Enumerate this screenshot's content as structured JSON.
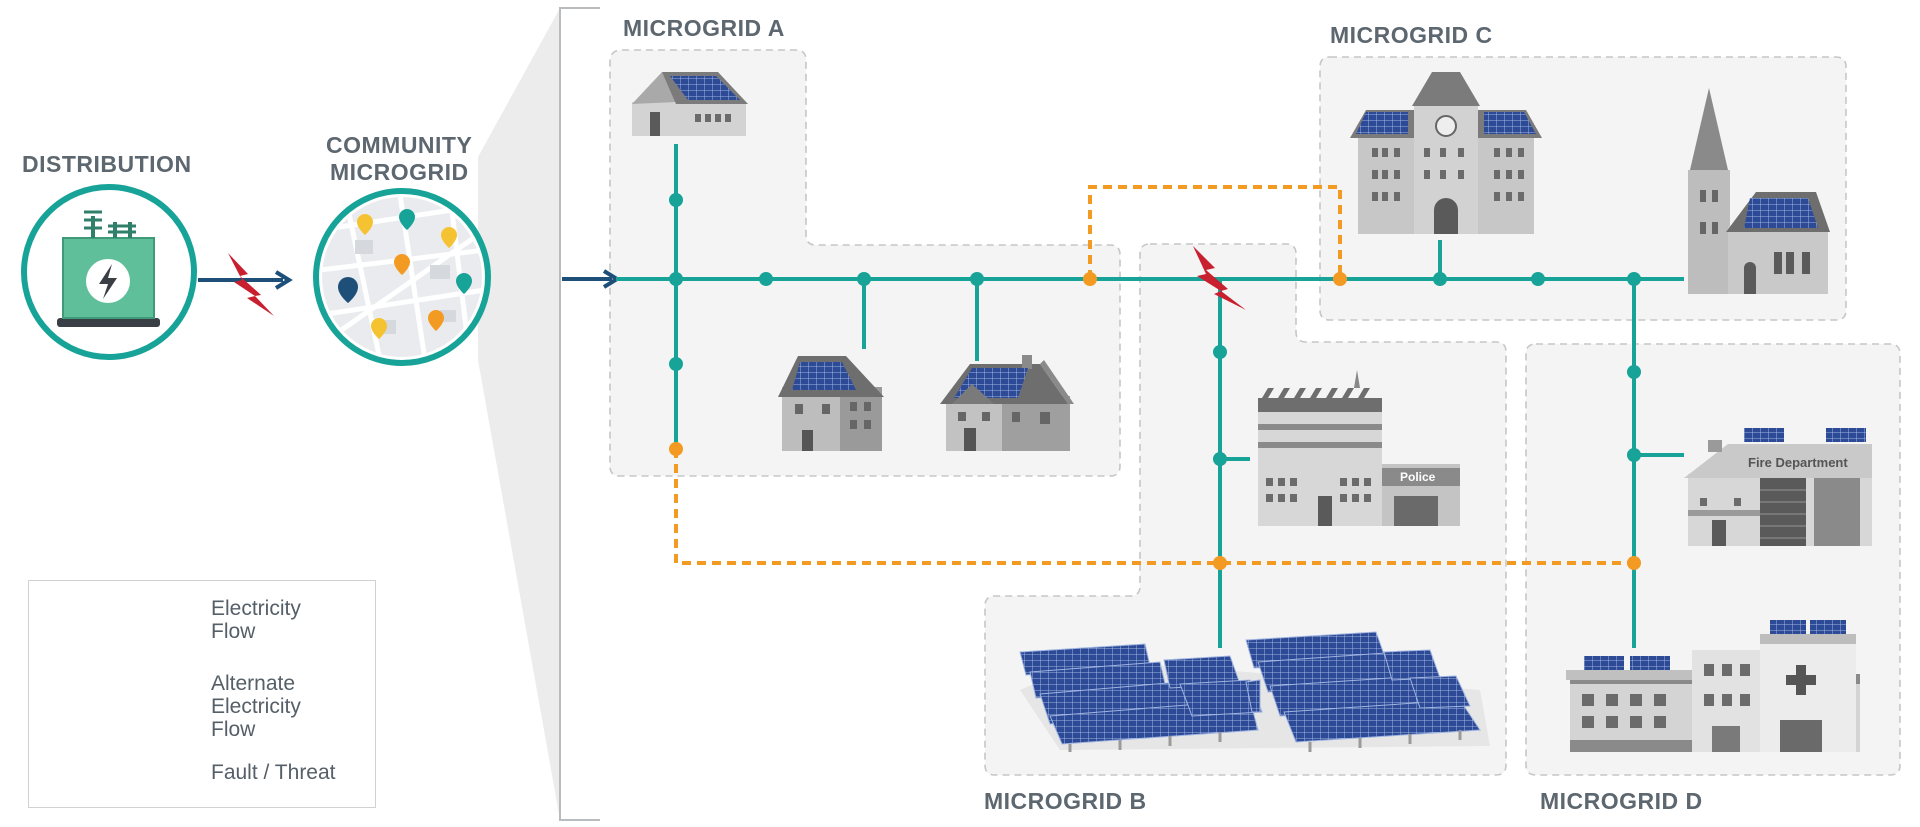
{
  "labels": {
    "distribution": "DISTRIBUTION",
    "community_line1": "COMMUNITY",
    "community_line2": "MICROGRID",
    "microgrid_a": "MICROGRID A",
    "microgrid_b": "MICROGRID B",
    "microgrid_c": "MICROGRID C",
    "microgrid_d": "MICROGRID D"
  },
  "building_signs": {
    "police": "Police",
    "fire_department": "Fire Department"
  },
  "legend": {
    "electricity_flow_line1": "Electricity",
    "electricity_flow_line2": "Flow",
    "alternate_line1": "Alternate",
    "alternate_line2": "Electricity",
    "alternate_line3": "Flow",
    "fault": "Fault / Threat"
  },
  "colors": {
    "grid_line": "#17a398",
    "alternate_line": "#f39a23",
    "utility_line": "#1d4f79",
    "fault_bolt": "#c8202f",
    "zone_fill": "#f4f4f4",
    "zone_border": "#c4c6c8",
    "label_text": "#5d6770"
  },
  "icons": {
    "transformer": "transformer-icon",
    "map": "community-map-icon",
    "fault": "lightning-bolt-icon"
  }
}
